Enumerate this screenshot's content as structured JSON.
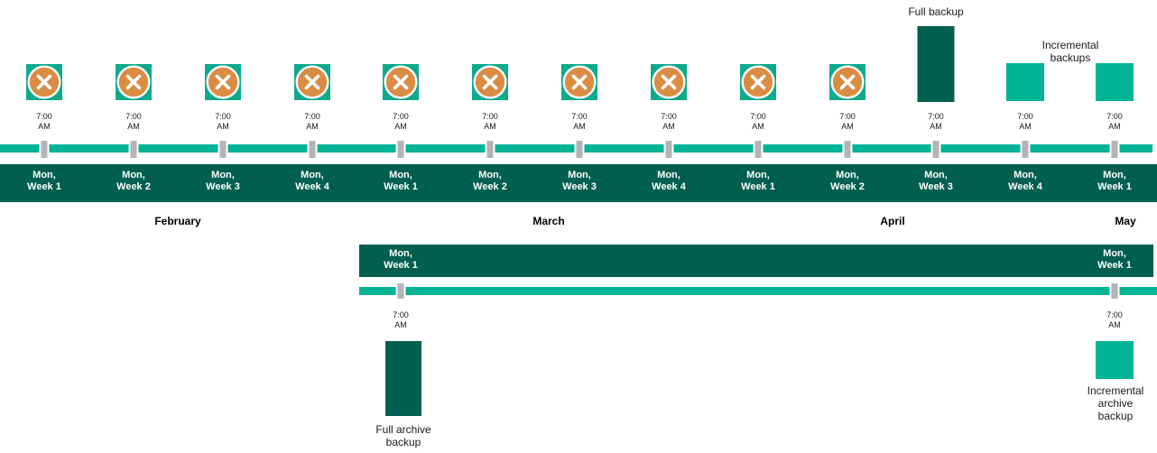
{
  "colors": {
    "dark_green": "#005f4e",
    "teal": "#00b495",
    "icon_teal": "#0faa8c",
    "orange": "#db8c43",
    "tick_gray": "#b3b3b8",
    "text_dark": "#1a1a1a",
    "white": "#ffffff"
  },
  "legend": {
    "full_backup": "Full backup",
    "incremental_backups": "Incremental backups"
  },
  "top_timeline": {
    "columns": [
      {
        "week": "Mon,\nWeek 1",
        "time": "7:00\nAM",
        "marker": "restore-point-icon"
      },
      {
        "week": "Mon,\nWeek 2",
        "time": "7:00\nAM",
        "marker": "restore-point-icon"
      },
      {
        "week": "Mon,\nWeek 3",
        "time": "7:00\nAM",
        "marker": "restore-point-icon"
      },
      {
        "week": "Mon,\nWeek 4",
        "time": "7:00\nAM",
        "marker": "restore-point-icon"
      },
      {
        "week": "Mon,\nWeek 1",
        "time": "7:00\nAM",
        "marker": "restore-point-icon"
      },
      {
        "week": "Mon,\nWeek 2",
        "time": "7:00\nAM",
        "marker": "restore-point-icon"
      },
      {
        "week": "Mon,\nWeek 3",
        "time": "7:00\nAM",
        "marker": "restore-point-icon"
      },
      {
        "week": "Mon,\nWeek 4",
        "time": "7:00\nAM",
        "marker": "restore-point-icon"
      },
      {
        "week": "Mon,\nWeek 1",
        "time": "7:00\nAM",
        "marker": "restore-point-icon"
      },
      {
        "week": "Mon,\nWeek 2",
        "time": "7:00\nAM",
        "marker": "restore-point-icon"
      },
      {
        "week": "Mon,\nWeek 3",
        "time": "7:00\nAM",
        "marker": "full-backup-bar"
      },
      {
        "week": "Mon,\nWeek 4",
        "time": "7:00\nAM",
        "marker": "incremental-backup-square"
      },
      {
        "week": "Mon,\nWeek 1",
        "time": "7:00\nAM",
        "marker": "incremental-backup-square"
      }
    ],
    "months": [
      "February",
      "March",
      "April",
      "May"
    ]
  },
  "bottom_timeline": {
    "start_week": "Mon,\nWeek 1",
    "end_week": "Mon,\nWeek 1",
    "start_time": "7:00\nAM",
    "end_time": "7:00\nAM",
    "full_archive_label": "Full archive\nbackup",
    "incremental_archive_label": "Incremental\narchive backup"
  }
}
